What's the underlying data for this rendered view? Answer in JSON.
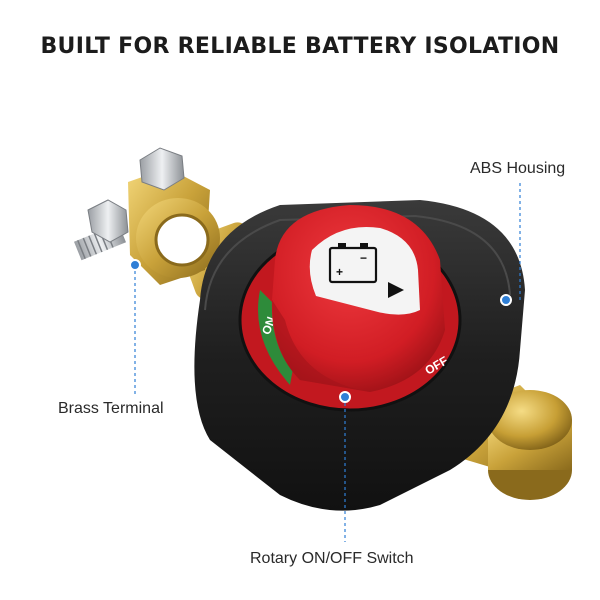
{
  "headline": "BUILT FOR RELIABLE BATTERY ISOLATION",
  "callouts": {
    "abs_housing": "ABS Housing",
    "brass_terminal": "Brass Terminal",
    "rotary_switch": "Rotary ON/OFF Switch"
  },
  "knob_marks": {
    "on": "ON",
    "off": "OFF",
    "plus": "+",
    "minus": "−"
  },
  "colors": {
    "background": "#ffffff",
    "housing": "#1e1e1e",
    "knob_red": "#d81f26",
    "on_green": "#2e8b3a",
    "brass": "#c9a23a",
    "leader_blue": "#2f7fd6"
  }
}
